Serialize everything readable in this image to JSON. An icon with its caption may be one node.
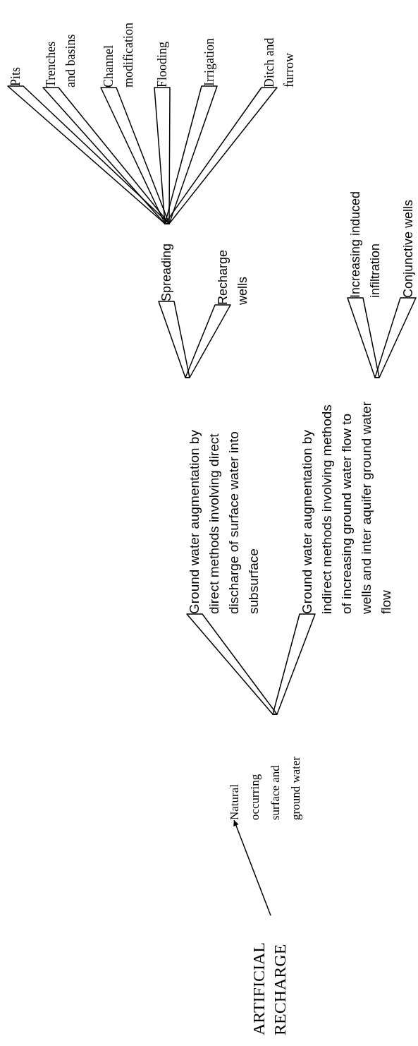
{
  "diagram": {
    "nodes": [
      {
        "text": [
          "ARTIFICIAL RECHARGE"
        ]
      },
      {
        "text": [
          "Natural occurring surface and ground water"
        ]
      },
      {
        "text": [
          "Ground water augmentation by direct methods involving direct discharge of surface water into subsurface"
        ]
      },
      {
        "text": [
          "Ground water augmentation by indirect methods involving methods of increasing ground water flow to wells and inter aquifer ground water flow"
        ]
      },
      {
        "text": [
          "Spreading"
        ]
      },
      {
        "text": [
          "Recharge wells"
        ]
      },
      {
        "text": [
          "Increasing induced infiltration"
        ]
      },
      {
        "text": [
          "Conjunctive wells"
        ]
      },
      {
        "text": [
          "Pits"
        ]
      },
      {
        "text": [
          "Trenches and basins"
        ]
      },
      {
        "text": [
          "Channel modification"
        ]
      },
      {
        "text": [
          "Flooding"
        ]
      },
      {
        "text": [
          "Irrigation"
        ]
      },
      {
        "text": [
          "Ditch and furrow"
        ]
      }
    ],
    "edges": [
      {
        "from": 0,
        "to": 1,
        "arrow": "to"
      },
      {
        "from": 1,
        "to": 2,
        "arrow": "none"
      },
      {
        "from": 1,
        "to": 3,
        "arrow": "none"
      },
      {
        "from": 2,
        "to": 4,
        "arrow": "none"
      },
      {
        "from": 2,
        "to": 5,
        "arrow": "none"
      },
      {
        "from": 3,
        "to": 6,
        "arrow": "none"
      },
      {
        "from": 3,
        "to": 7,
        "arrow": "none"
      },
      {
        "from": 4,
        "to": 8,
        "arrow": "none"
      },
      {
        "from": 4,
        "to": 9,
        "arrow": "none"
      },
      {
        "from": 4,
        "to": 10,
        "arrow": "none"
      },
      {
        "from": 4,
        "to": 11,
        "arrow": "none"
      },
      {
        "from": 4,
        "to": 12,
        "arrow": "none"
      },
      {
        "from": 4,
        "to": 13,
        "arrow": "none"
      }
    ]
  }
}
